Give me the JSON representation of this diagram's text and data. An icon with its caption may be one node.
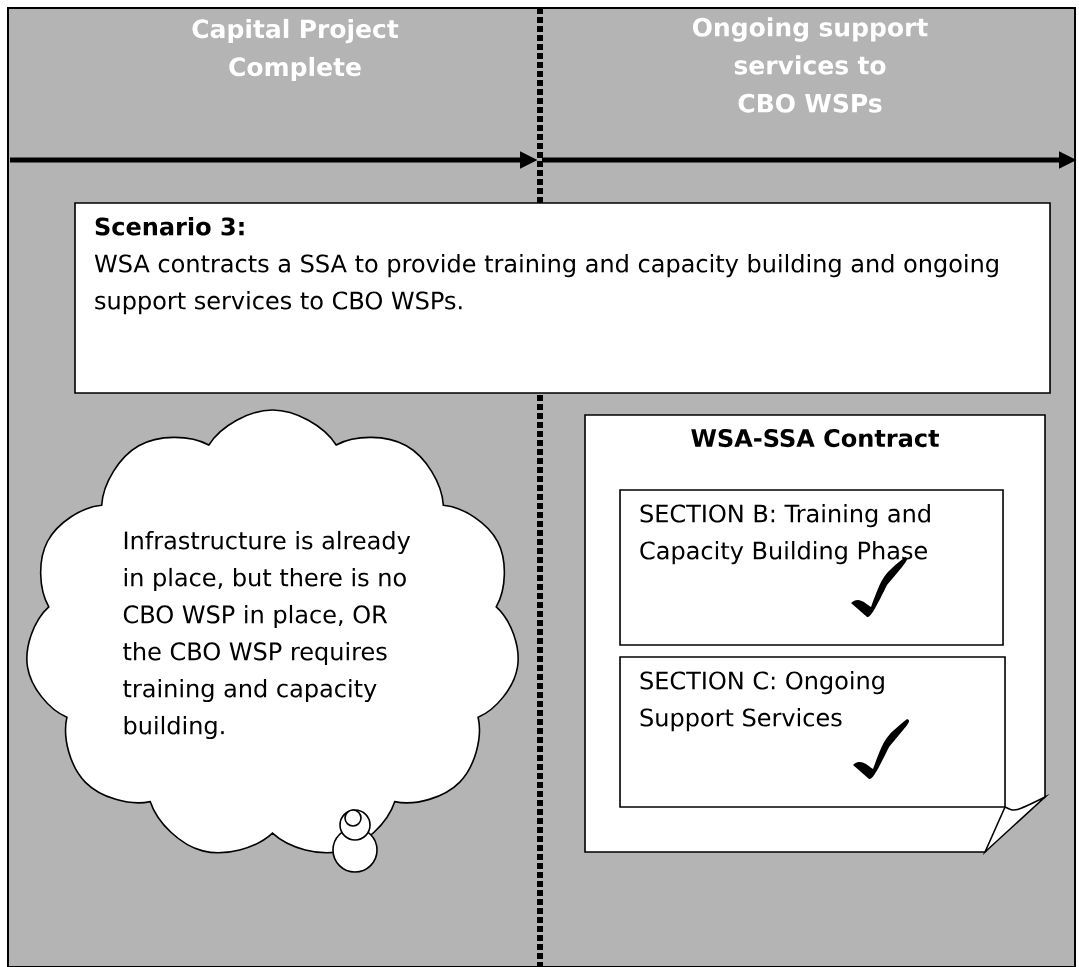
{
  "diagram": {
    "nodes": [
      {
        "text": [
          "Scenario 3:",
          "WSA contracts a SSA to provide training and capacity building and ongoing support services to CBO WSPs."
        ]
      },
      {
        "text": [
          "Infrastructure is already in place, but there is no CBO WSP in place, OR the CBO WSP requires training and capacity building."
        ]
      },
      {
        "text": [
          "WSA-SSA Contract"
        ]
      },
      {
        "text": [
          "SECTION B: Training and Capacity Building Phase"
        ],
        "in": 2
      },
      {
        "text": [
          "SECTION C: Ongoing Support Services"
        ],
        "in": 2
      }
    ],
    "labels": [
      "Capital Project Complete",
      "Ongoing support services to CBO WSPs"
    ]
  }
}
